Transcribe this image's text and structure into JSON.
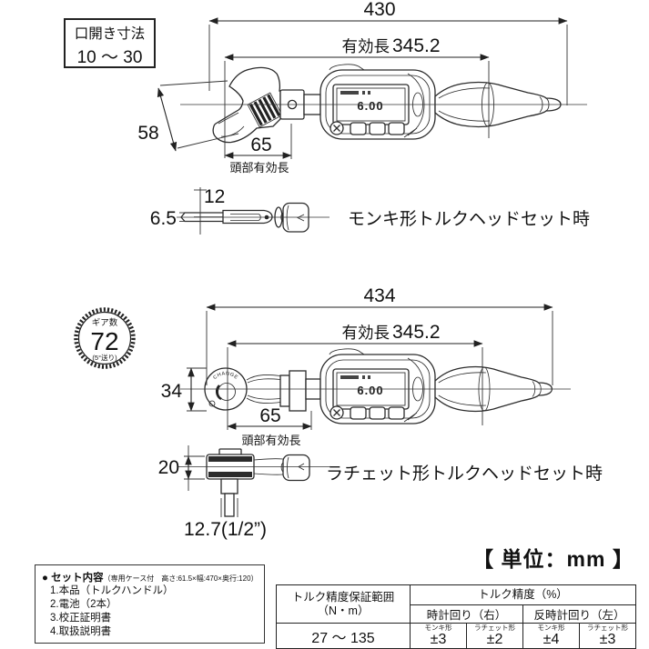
{
  "unit_note": "【 単位：mm 】",
  "jaw_box": {
    "line1": "口開き寸法",
    "line2": "10 〜 30"
  },
  "gear": {
    "label": "ギア数",
    "value": "72",
    "sub": "(5°送り)"
  },
  "monkey": {
    "total": "430",
    "eff_label": "有効長",
    "eff_value": "345.2",
    "head_width": "58",
    "head_len": "65",
    "head_len_label": "頭部有効長",
    "lcd": "6.00",
    "side": {
      "width": "12",
      "thickness": "6.5",
      "caption": "モンキ形トルクヘッドセット時"
    }
  },
  "ratchet": {
    "total": "434",
    "eff_label": "有効長",
    "eff_value": "345.2",
    "head_dia": "34",
    "head_len": "65",
    "head_len_label": "頭部有効長",
    "head_label": "CHANGE",
    "lcd": "6.00",
    "side": {
      "thickness": "20",
      "drive": "12.7(1/2”)",
      "caption": "ラチェット形トルクヘッドセット時"
    }
  },
  "set_box": {
    "bullet": "●",
    "title": "セット内容",
    "note": "（専用ケース付　高さ:61.5×幅:470×奥行:120）",
    "items": [
      "1.本品（トルクハンドル）",
      "2.電池（2本）",
      "3.校正証明書",
      "4.取扱説明書"
    ]
  },
  "spec_table": {
    "range_h1": "トルク精度保証範囲",
    "range_h2": "（N・m）",
    "range_value": "27 〜 135",
    "acc_header": "トルク精度（%）",
    "cw": "時計回り（右）",
    "ccw": "反時計回り（左）",
    "cols": [
      {
        "type": "モンキ形",
        "value": "±3"
      },
      {
        "type": "ラチェット形",
        "value": "±2"
      },
      {
        "type": "モンキ形",
        "value": "±4"
      },
      {
        "type": "ラチェット形",
        "value": "±3"
      }
    ]
  }
}
